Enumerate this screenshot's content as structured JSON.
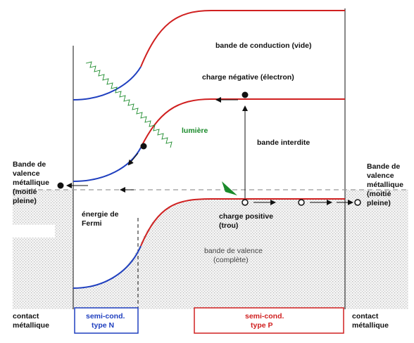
{
  "labels": {
    "conduction_band": "bande de conduction (vide)",
    "negative_charge": "charge négative (électron)",
    "light": "lumière",
    "band_gap": "bande interdite",
    "left_metal_valence": [
      "Bande de",
      "valence",
      "métallique",
      "(moitié",
      "pleine)"
    ],
    "right_metal_valence": [
      "Bande de",
      "valence",
      "métallique",
      "(moitié",
      "pleine)"
    ],
    "fermi_energy": [
      "énergie de",
      "Fermi"
    ],
    "positive_charge": [
      "charge positive",
      "(trou)"
    ],
    "valence_band": [
      "bande de valence",
      "(complète)"
    ],
    "left_contact": [
      "contact",
      "métallique"
    ],
    "right_contact": [
      "contact",
      "métallique"
    ],
    "n_type": [
      "semi-cond.",
      "type N"
    ],
    "p_type": [
      "semi-cond.",
      "type P"
    ]
  },
  "colors": {
    "n_region": "#1f3fbf",
    "p_region": "#d02020",
    "light": "#1a8a2a",
    "lines": "#111111",
    "fermi_dashed": "#999999",
    "shading": "#d8d8d8"
  }
}
